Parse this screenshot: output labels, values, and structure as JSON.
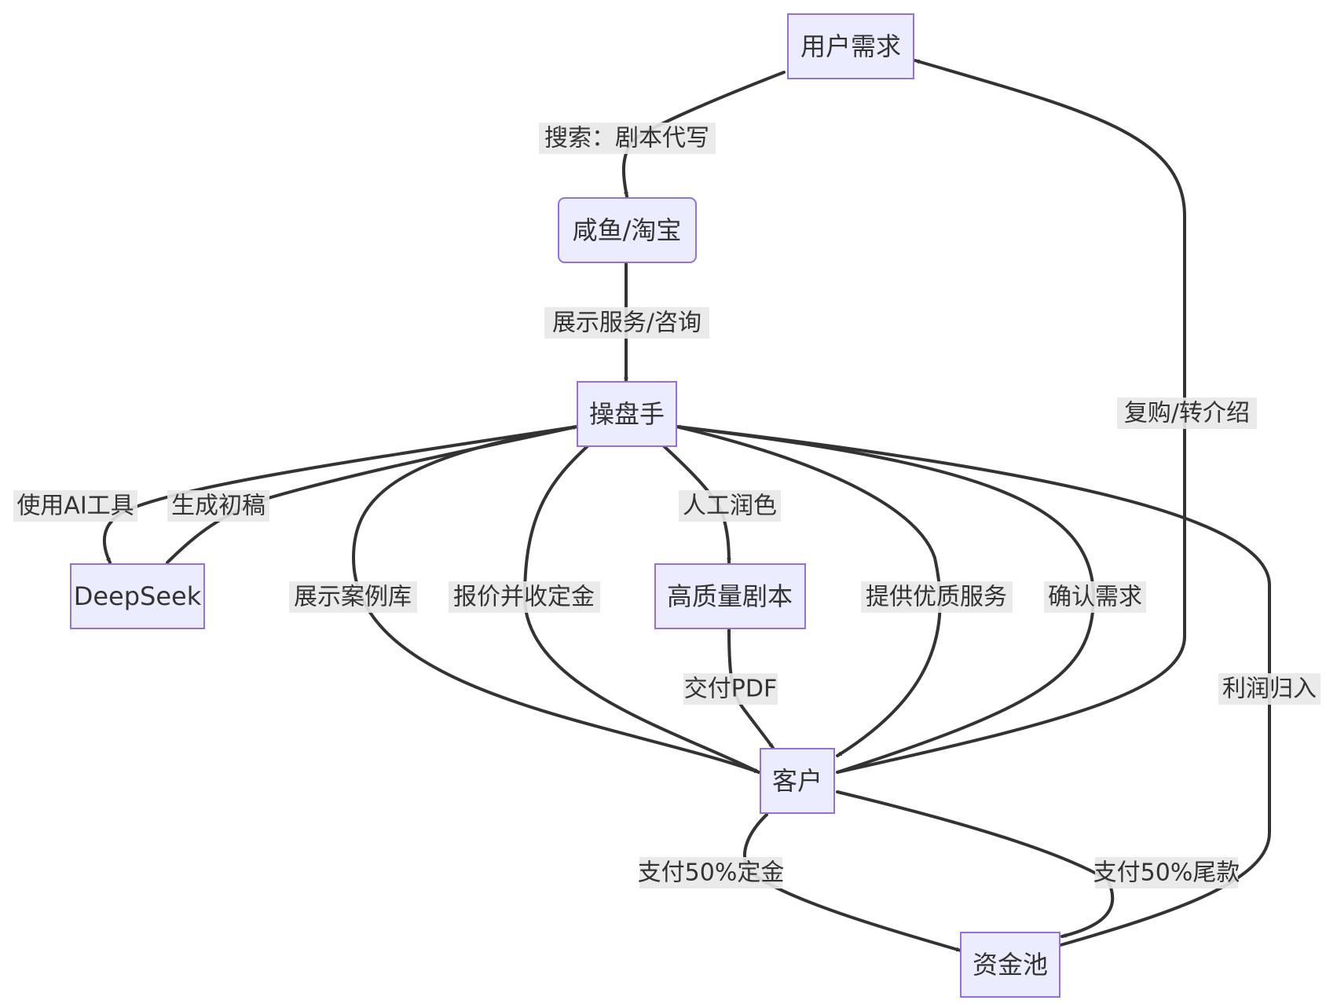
{
  "nodes": {
    "user_need": "用户需求",
    "xianyu_taobao": "咸鱼/淘宝",
    "operator": "操盘手",
    "deepseek": "DeepSeek",
    "script": "高质量剧本",
    "customer": "客户",
    "fund_pool": "资金池"
  },
  "edges": {
    "search": "搜索：剧本代写",
    "show_service": "展示服务/咨询",
    "use_ai": "使用AI工具",
    "draft": "生成初稿",
    "polish": "人工润色",
    "cases": "展示案例库",
    "quote": "报价并收定金",
    "deliver": "交付PDF",
    "quality": "提供优质服务",
    "confirm": "确认需求",
    "repurchase": "复购/转介绍",
    "profit": "利润归入",
    "deposit": "支付50%定金",
    "balance": "支付50%尾款"
  }
}
